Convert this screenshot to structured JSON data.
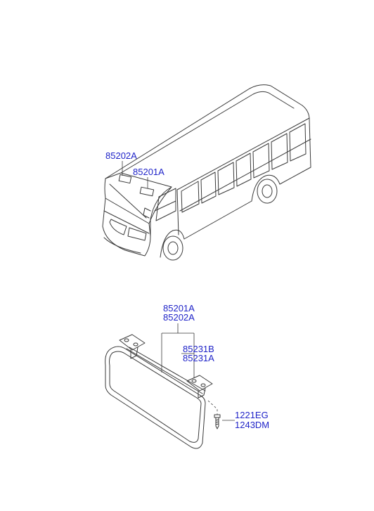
{
  "colors": {
    "callout_text": "#1f23c8",
    "line_art": "#3a3a3a",
    "background": "#ffffff"
  },
  "callouts": {
    "vehicle_visor_rh": "85202A",
    "vehicle_visor_lh": "85201A",
    "visor_assembly_line1": "85201A",
    "visor_assembly_line2": "85202A",
    "retainer_line1": "85231B",
    "retainer_line2": "85231A",
    "screw_line1": "1221EG",
    "screw_line2": "1243DM"
  }
}
